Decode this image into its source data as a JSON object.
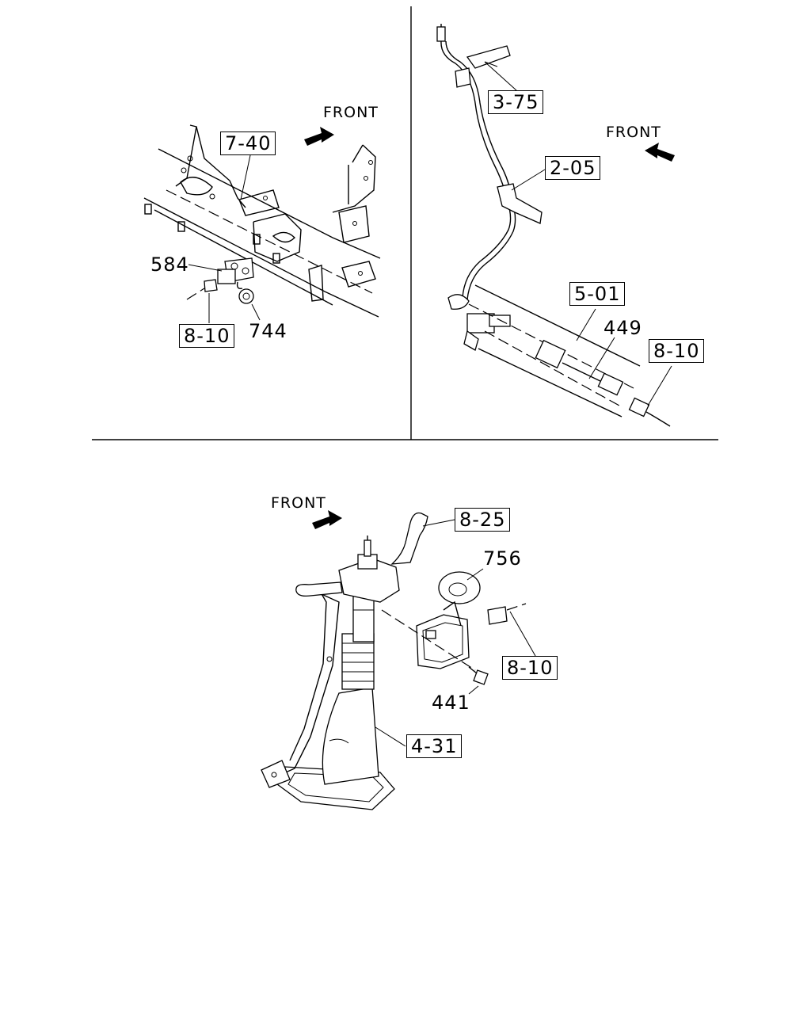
{
  "panels": {
    "top_left": {
      "front": "FRONT",
      "callouts": {
        "ref_740": "7-40",
        "ref_810": "8-10"
      },
      "parts": {
        "p584": "584",
        "p744": "744"
      }
    },
    "top_right": {
      "front": "FRONT",
      "callouts": {
        "ref_375": "3-75",
        "ref_205": "2-05",
        "ref_501": "5-01",
        "ref_810": "8-10"
      },
      "parts": {
        "p449": "449"
      }
    },
    "bottom": {
      "front": "FRONT",
      "callouts": {
        "ref_825": "8-25",
        "ref_810": "8-10",
        "ref_431": "4-31"
      },
      "parts": {
        "p756": "756",
        "p441": "441"
      }
    }
  },
  "icons": [
    "front-arrow-icon"
  ]
}
